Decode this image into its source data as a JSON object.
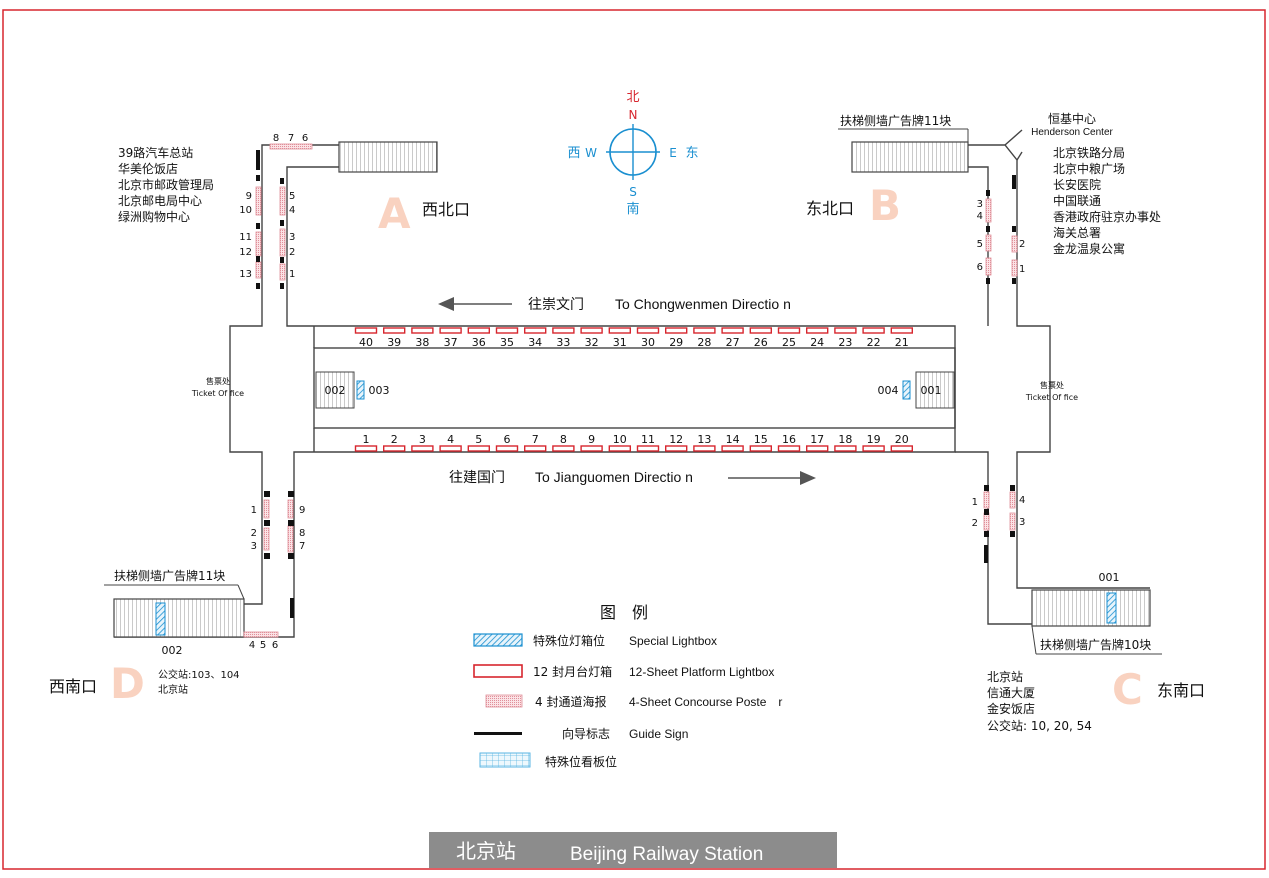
{
  "colors": {
    "frame": "#d7262e",
    "compass": "#1a8fd0",
    "compass_north": "#d7262e",
    "lightbox": "#d7262e",
    "poster": "#e8a0a8",
    "special": "#1a8fd0",
    "entrance_letter": "#f9d2c0",
    "banner_bg": "#8c8c8c",
    "wall": "#444444"
  },
  "compass": {
    "north_cn": "北",
    "north_en": "N",
    "south_cn": "南",
    "south_en": "S",
    "west_cn": "西",
    "west_en": "W",
    "east_cn": "东",
    "east_en": "E"
  },
  "entrances": {
    "A": {
      "letter": "A",
      "name": "西北口"
    },
    "B": {
      "letter": "B",
      "name": "东北口"
    },
    "C": {
      "letter": "C",
      "name": "东南口"
    },
    "D": {
      "letter": "D",
      "name": "西南口"
    }
  },
  "landmarks": {
    "nw": [
      "39路汽车总站",
      "华美伦饭店",
      "北京市邮政管理局",
      "北京邮电局中心",
      "绿洲购物中心"
    ],
    "ne_title_cn": "恒基中心",
    "ne_title_en": "Henderson Center",
    "ne": [
      "北京铁路分局",
      "北京中粮广场",
      "长安医院",
      "中国联通",
      "香港政府驻京办事处",
      "海关总署",
      "金龙温泉公寓"
    ],
    "sw": [
      "公交站:103、104",
      "北京站"
    ],
    "se": [
      "北京站",
      "信通大厦",
      "金安饭店",
      "公交站: 10, 20, 54"
    ]
  },
  "escalator_labels": {
    "ne": "扶梯侧墙广告牌11块",
    "sw": "扶梯侧墙广告牌11块",
    "se": "扶梯侧墙广告牌10块"
  },
  "ticket_office": {
    "west_cn": "售票处",
    "west_en": "Ticket Of fice",
    "east_cn": "售票处",
    "east_en": "Ticket Of fice"
  },
  "directions": {
    "north_cn": "往崇文门",
    "north_en": "To Chongwenmen Directio n",
    "south_cn": "往建国门",
    "south_en": "To Jianguomen Directio n"
  },
  "platform": {
    "north_numbers": [
      "40",
      "39",
      "38",
      "37",
      "36",
      "35",
      "34",
      "33",
      "32",
      "31",
      "30",
      "29",
      "28",
      "27",
      "26",
      "25",
      "24",
      "23",
      "22",
      "21"
    ],
    "south_numbers": [
      "1",
      "2",
      "3",
      "4",
      "5",
      "6",
      "7",
      "8",
      "9",
      "10",
      "11",
      "12",
      "13",
      "14",
      "15",
      "16",
      "17",
      "18",
      "19",
      "20"
    ],
    "special_left": [
      "002",
      "003"
    ],
    "special_right": [
      "004",
      "001"
    ]
  },
  "corridor_numbers": {
    "nw_top": [
      "8",
      "7",
      "6"
    ],
    "nw_left": [
      "9",
      "10",
      "11",
      "12",
      "13"
    ],
    "nw_right": [
      "5",
      "4",
      "3",
      "2",
      "1"
    ],
    "ne_left": [
      "3",
      "4",
      "5",
      "6"
    ],
    "ne_right": [
      "2",
      "1"
    ],
    "sw_left": [
      "1",
      "2",
      "3"
    ],
    "sw_right": [
      "9",
      "8",
      "7"
    ],
    "sw_bottom": [
      "4",
      "5",
      "6"
    ],
    "sw_escalator": "002",
    "se_left": [
      "1",
      "2"
    ],
    "se_right": [
      "4",
      "3"
    ],
    "se_escalator": "001"
  },
  "legend": {
    "title": "图　例",
    "items": [
      {
        "cn": "特殊位灯箱位",
        "en": "Special Lightbox"
      },
      {
        "cn": "12 封月台灯箱",
        "en": "12-Sheet Platform Lightbox"
      },
      {
        "cn": "4 封通道海报",
        "en": "4-Sheet  Concourse Poste　r"
      },
      {
        "cn": "向导标志",
        "en": "Guide Sign"
      },
      {
        "cn": "特殊位看板位",
        "en": ""
      }
    ]
  },
  "banner": {
    "cn": "北京站",
    "en": "Beijing Railway Station"
  }
}
